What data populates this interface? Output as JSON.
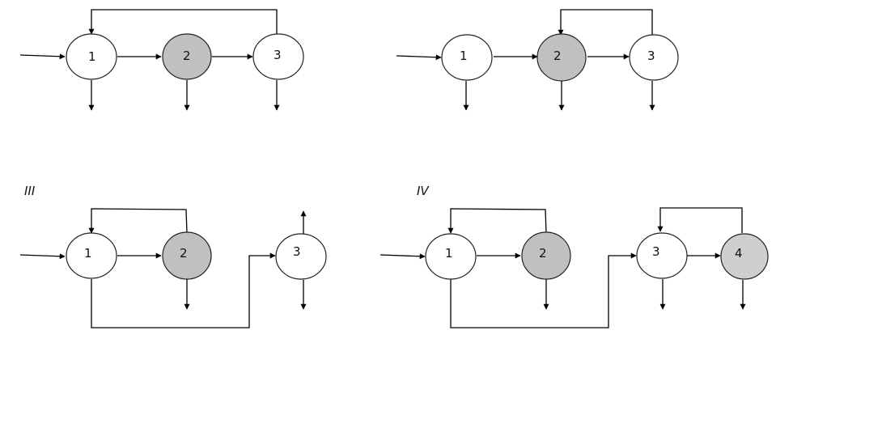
{
  "panels": [
    {
      "id": "panel-1",
      "label": "",
      "nodes": [
        {
          "id": "p1-n1",
          "label": "1",
          "fill": "#ffffff"
        },
        {
          "id": "p1-n2",
          "label": "2",
          "fill": "#c0c0c0"
        },
        {
          "id": "p1-n3",
          "label": "3",
          "fill": "#ffffff"
        }
      ]
    },
    {
      "id": "panel-2",
      "label": "",
      "nodes": [
        {
          "id": "p2-n1",
          "label": "1",
          "fill": "#ffffff"
        },
        {
          "id": "p2-n2",
          "label": "2",
          "fill": "#c0c0c0"
        },
        {
          "id": "p2-n3",
          "label": "3",
          "fill": "#ffffff"
        }
      ]
    },
    {
      "id": "panel-3",
      "label": "III",
      "nodes": [
        {
          "id": "p3-n1",
          "label": "1",
          "fill": "#ffffff"
        },
        {
          "id": "p3-n2",
          "label": "2",
          "fill": "#c0c0c0"
        },
        {
          "id": "p3-n3",
          "label": "3",
          "fill": "#ffffff"
        }
      ]
    },
    {
      "id": "panel-4",
      "label": "IV",
      "nodes": [
        {
          "id": "p4-n1",
          "label": "1",
          "fill": "#ffffff"
        },
        {
          "id": "p4-n2",
          "label": "2",
          "fill": "#c0c0c0"
        },
        {
          "id": "p4-n3",
          "label": "3",
          "fill": "#ffffff"
        },
        {
          "id": "p4-n4",
          "label": "4",
          "fill": "#cfcfcf"
        }
      ]
    }
  ]
}
